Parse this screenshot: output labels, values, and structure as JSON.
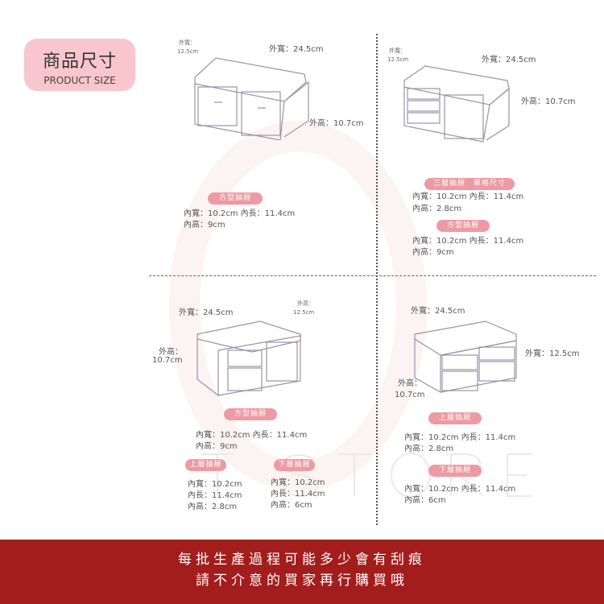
{
  "header": {
    "title_zh": "商品尺寸",
    "title_en": "PRODUCT SIZE"
  },
  "q1": {
    "depth_label": "外寬：",
    "depth_value": "12.5cm",
    "width": "外寬：24.5cm",
    "height": "外高：10.7cm",
    "badge": "方型抽屜",
    "spec_line1": "內寬：10.2cm 內長：11.4cm",
    "spec_line2": "內高：9cm"
  },
  "q2": {
    "depth_label": "外寬：",
    "depth_value": "12.5cm",
    "width": "外寬：24.5cm",
    "height": "外高：10.7cm",
    "badge1": "三層抽屜　單格尺寸",
    "spec1_line1": "內寬：10.2cm 內長：11.4cm",
    "spec1_line2": "內高：2.8cm",
    "badge2": "方型抽屜",
    "spec2_line1": "內寬：10.2cm 內長：11.4cm",
    "spec2_line2": "內高：9cm"
  },
  "q3": {
    "width": "外寬：24.5cm",
    "depth_label": "外高：",
    "depth_value": "12.5cm",
    "height_label": "外高：",
    "height_value": "10.7cm",
    "badge": "方型抽屜",
    "spec_line1": "內寬：10.2cm 內長：11.4cm",
    "spec_line2": "內高：9cm",
    "upper_badge": "上層抽屜",
    "upper": [
      "內寬：10.2cm",
      "內長：11.4cm",
      "內高：2.8cm"
    ],
    "lower_badge": "下層抽屜",
    "lower": [
      "內寬：10.2cm",
      "內長：11.4cm",
      "內高：6cm"
    ]
  },
  "q4": {
    "width": "外寬：24.5cm",
    "depth": "外寬：12.5cm",
    "height_label": "外高：",
    "height_value": "10.7cm",
    "upper_badge": "上層抽屜",
    "upper_line1": "內寬：10.2cm 內長：11.4cm",
    "upper_line2": "內高：2.8cm",
    "lower_badge": "下層抽屜",
    "lower_line1": "內寬：10.2cm 內長：11.4cm",
    "lower_line2": "內高：6cm"
  },
  "footer": {
    "line1": "每批生產過程可能多少會有刮痕",
    "line2": "請不介意的買家再行購買哦"
  },
  "colors": {
    "badge": "#ee9aa3",
    "title_bg": "#f8c6cd",
    "footer_bg": "#a31d1d"
  }
}
